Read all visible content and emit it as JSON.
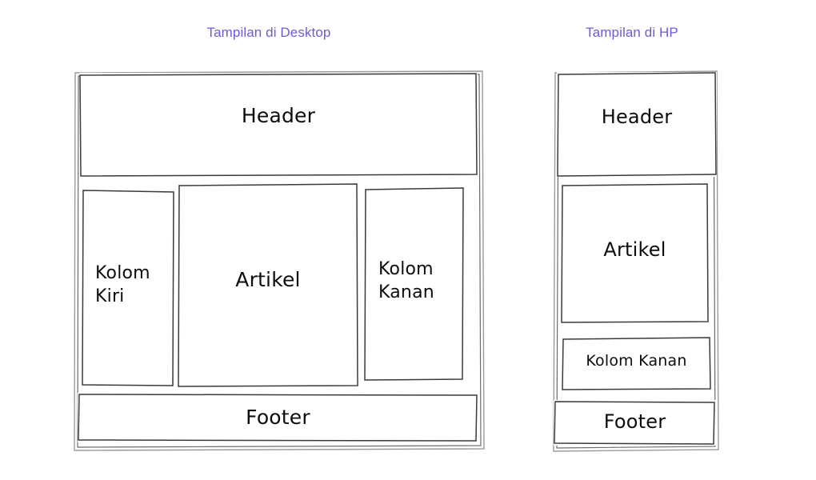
{
  "page": {
    "background": "#ffffff",
    "title_color": "#6F5BD4",
    "sketch_stroke": "#3a3a3a",
    "label_color": "#0d0d0d"
  },
  "panels": [
    {
      "id": "desktop",
      "title": "Tampilan di Desktop",
      "blocks": [
        {
          "id": "header",
          "label": "Header"
        },
        {
          "id": "kiri",
          "label": "Kolom\nKiri"
        },
        {
          "id": "artikel",
          "label": "Artikel"
        },
        {
          "id": "kanan",
          "label": "Kolom\nKanan"
        },
        {
          "id": "footer",
          "label": "Footer"
        }
      ]
    },
    {
      "id": "hp",
      "title": "Tampilan di HP",
      "blocks": [
        {
          "id": "header",
          "label": "Header"
        },
        {
          "id": "artikel",
          "label": "Artikel"
        },
        {
          "id": "kanan",
          "label": "Kolom Kanan"
        },
        {
          "id": "footer",
          "label": "Footer"
        }
      ]
    }
  ]
}
